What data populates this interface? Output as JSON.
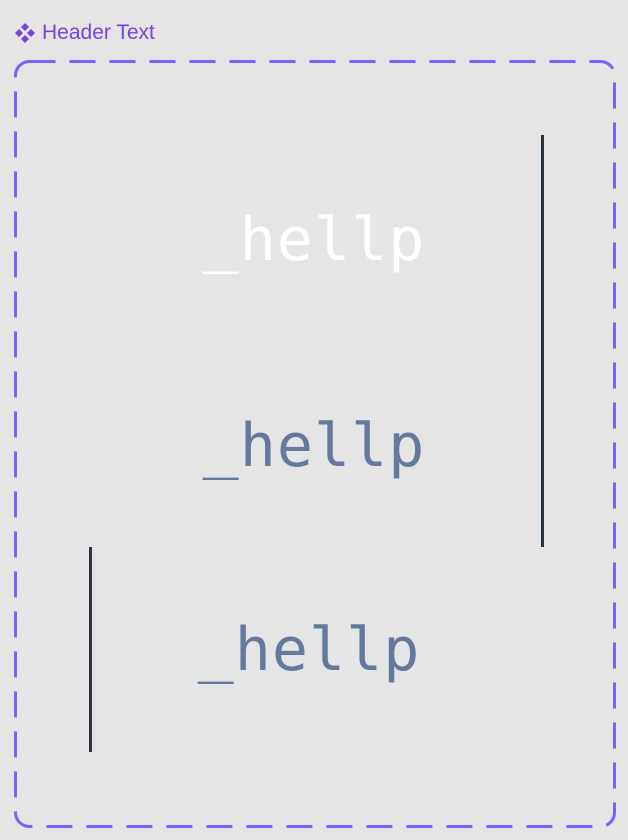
{
  "header": {
    "label": "Header Text",
    "icon": "component-icon"
  },
  "variants": [
    {
      "text": "_hellp",
      "color": "#ffffff"
    },
    {
      "text": "_hellp",
      "color": "#64799b"
    },
    {
      "text": "_hellp",
      "color": "#64799b"
    }
  ],
  "colors": {
    "background": "#e5e5e5",
    "frame_border": "#7b61ff",
    "accent": "#7b3fe4",
    "divider": "#2b3340"
  }
}
